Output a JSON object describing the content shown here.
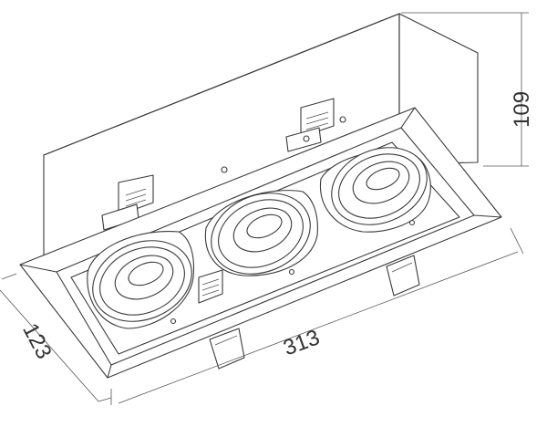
{
  "dimensions": {
    "length": "313",
    "depth": "123",
    "height": "109"
  },
  "product": {
    "fixture": "recessed-triple-downlight",
    "lamp_count": 3
  },
  "colors": {
    "line": "#3a3a3a",
    "background": "#ffffff"
  }
}
